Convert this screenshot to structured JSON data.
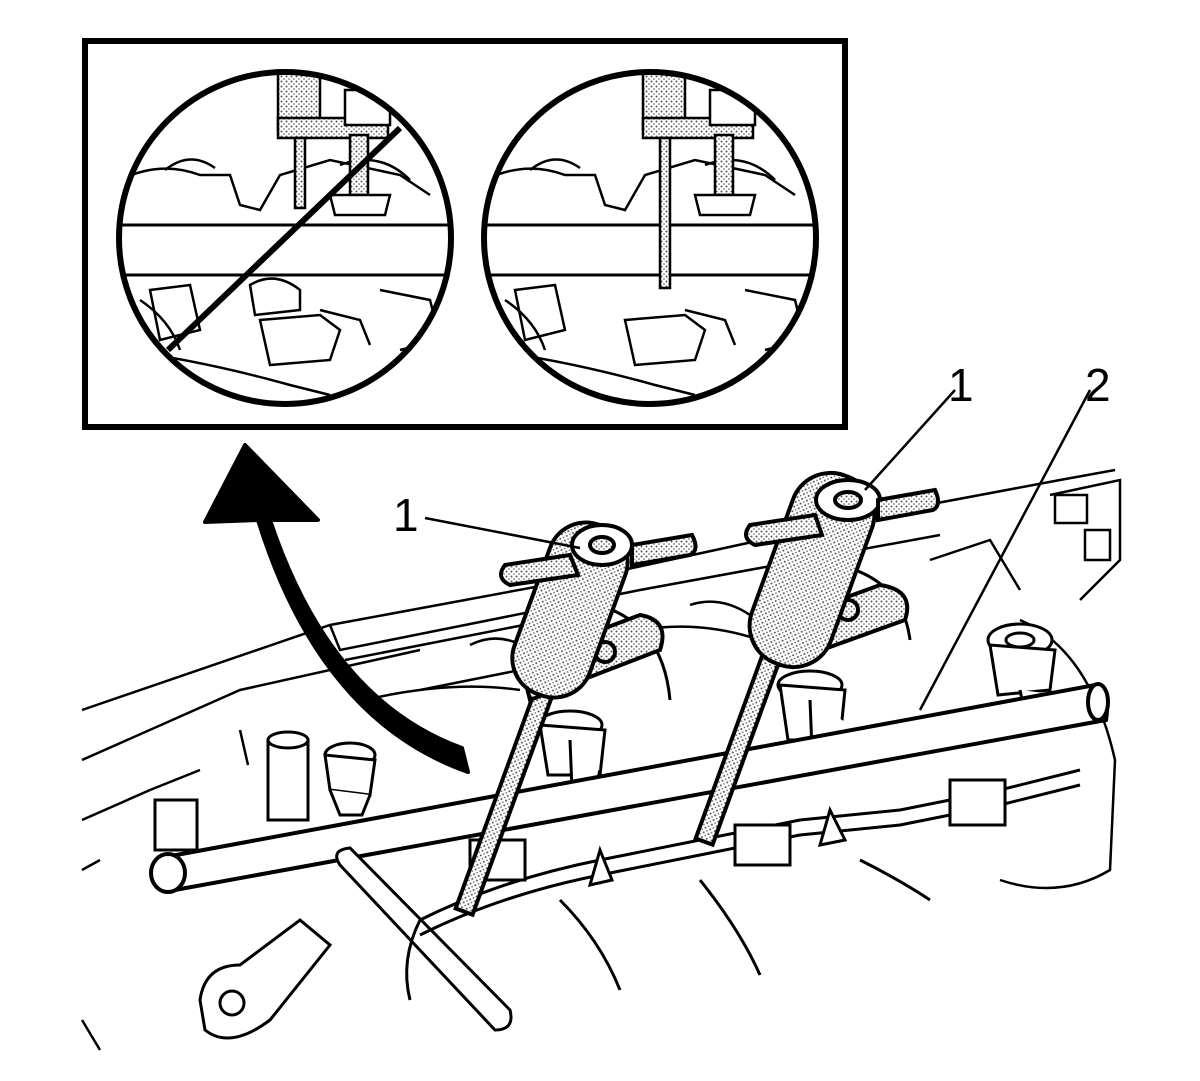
{
  "callouts": [
    {
      "id": "callout-1-left",
      "text": "1"
    },
    {
      "id": "callout-1-right",
      "text": "1"
    },
    {
      "id": "callout-2",
      "text": "2"
    }
  ],
  "colors": {
    "line": "#000000",
    "background": "#ffffff",
    "stipple": "#555555"
  },
  "icons": [
    "curved-arrow-icon",
    "prohibited-slash-icon"
  ]
}
